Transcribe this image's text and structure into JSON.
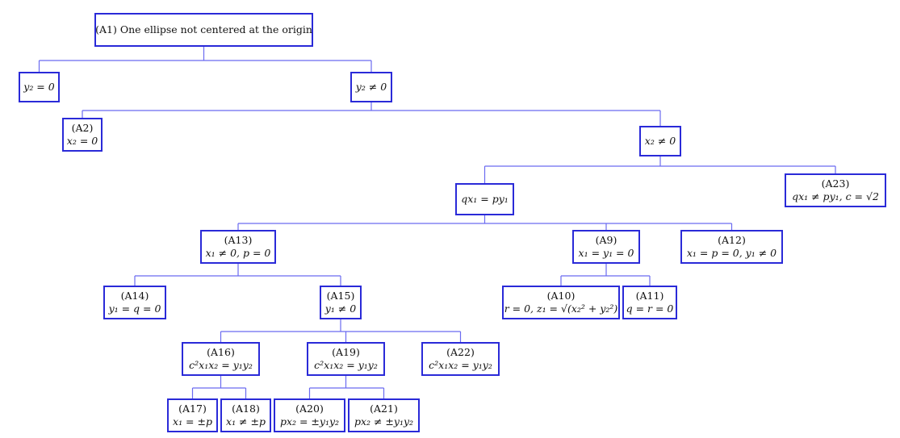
{
  "diagram": {
    "line_color": "#6b6bf0",
    "box_color": "#2a2ad8",
    "nodes": {
      "a1": {
        "label": "(A1) One ellipse not centered at the origin",
        "cond": ""
      },
      "y2zero": {
        "label": "",
        "cond": "y₂ = 0"
      },
      "y2nonzero": {
        "label": "",
        "cond": "y₂ ≠ 0"
      },
      "a2": {
        "label": "(A2)",
        "cond": "x₂ = 0"
      },
      "x2nonzero": {
        "label": "",
        "cond": "x₂ ≠ 0"
      },
      "qx1py1": {
        "label": "",
        "cond": "qx₁ = py₁"
      },
      "a23": {
        "label": "(A23)",
        "cond": "qx₁ ≠ py₁,  c = √2"
      },
      "a13": {
        "label": "(A13)",
        "cond": "x₁ ≠ 0,  p = 0"
      },
      "a9": {
        "label": "(A9)",
        "cond": "x₁ = y₁ = 0"
      },
      "a12": {
        "label": "(A12)",
        "cond": "x₁ = p = 0,  y₁ ≠ 0"
      },
      "a14": {
        "label": "(A14)",
        "cond": "y₁ = q = 0"
      },
      "a15": {
        "label": "(A15)",
        "cond": "y₁ ≠ 0"
      },
      "a10": {
        "label": "(A10)",
        "cond": "r = 0,  z₁ = √(x₂² + y₂²)"
      },
      "a11": {
        "label": "(A11)",
        "cond": "q = r = 0"
      },
      "a16": {
        "label": "(A16)",
        "cond": "c²x₁x₂ = y₁y₂"
      },
      "a19": {
        "label": "(A19)",
        "cond": "c²x₁x₂ = y₁y₂"
      },
      "a22": {
        "label": "(A22)",
        "cond": "c²x₁x₂ = y₁y₂"
      },
      "a17": {
        "label": "(A17)",
        "cond": "x₁ = ±p"
      },
      "a18": {
        "label": "(A18)",
        "cond": "x₁ ≠ ±p"
      },
      "a20": {
        "label": "(A20)",
        "cond": "px₂ = ±y₁y₂"
      },
      "a21": {
        "label": "(A21)",
        "cond": "px₂ ≠ ±y₁y₂"
      }
    },
    "edges": [
      [
        "a1",
        "y2zero"
      ],
      [
        "a1",
        "y2nonzero"
      ],
      [
        "y2nonzero",
        "a2"
      ],
      [
        "y2nonzero",
        "x2nonzero"
      ],
      [
        "x2nonzero",
        "qx1py1"
      ],
      [
        "x2nonzero",
        "a23"
      ],
      [
        "qx1py1",
        "a13"
      ],
      [
        "qx1py1",
        "a9"
      ],
      [
        "qx1py1",
        "a12"
      ],
      [
        "a13",
        "a14"
      ],
      [
        "a13",
        "a15"
      ],
      [
        "a9",
        "a10"
      ],
      [
        "a9",
        "a11"
      ],
      [
        "a15",
        "a16"
      ],
      [
        "a15",
        "a19"
      ],
      [
        "a15",
        "a22"
      ],
      [
        "a16",
        "a17"
      ],
      [
        "a16",
        "a18"
      ],
      [
        "a19",
        "a20"
      ],
      [
        "a19",
        "a21"
      ]
    ]
  }
}
